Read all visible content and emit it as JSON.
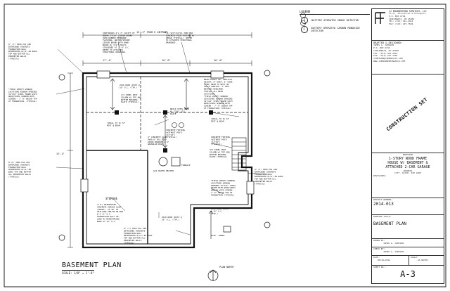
{
  "legend": {
    "title": "LEGEND",
    "items": [
      {
        "symbol": "S",
        "text": "BATTERY OPERATED SMOKE DETECTOR"
      },
      {
        "symbol": "C",
        "text": "BATTERY OPERATED CARBON MONOXIDE DETECTOR"
      }
    ]
  },
  "plan": {
    "title": "BASEMENT PLAN",
    "scale": "SCALE: 1/8\" = 1'-0\"",
    "north_label": "PLAN NORTH",
    "dims_top": [
      "12'-3\" FROM E OF POST",
      "10'-0\"",
      "17'-4\"",
      "16'-0\"",
      "17'-4\""
    ],
    "dim_side": "15'-4\"",
    "rooms": [
      "STORAGE",
      "GAS WATER HEATER",
      "FURNACE",
      "ELEC. PANEL"
    ],
    "notes": [
      "*FIELD VERIFY WINDOW LOCATIONS WINDOW OPENING 32\"X32\" STEEL FRAME WITH WOOD/VINYL WINDOW WITH SCREEN - 7'-0\" BELOW TOP OF FOUNDATION. (TYPICAL)",
      "8\" (T) 3000 PSI AIR ENTRAINED CONCRETE FOUNDATION WALL REINFORCED W/(2) #4 BARS TOP AND BOTTOM ALL PERIMETER WALLS (TYPICAL)",
      "CONTINUOUS 2\"x 3\" CAVITY OF REBAR 2\"X10\" LEDGER BOARD OVER RUBBER MEMBRANE FLASHING. ANCHOR/SECURE LEDGER BOARD INTO BAND BOARD W/ 3/4\"0 BOLTS STAGGERED AT 2'-0\" O.C. REFER TO ATTACHED STRUCTURAL DRAWINGS.",
      "(4) W/6\"X12\"DL 3000 PSI CONCRETE PIER FOOTING W/ REBAR (TYPICAL). REFER TO ATTACHED STRUCTURAL DRAWINGS.",
      "BEAM POCKET 96\" VERTICAL HEIGHT, 8\" DEEP, 6\" WIDE (MIN) BEAM TO REST ON SOLID SURFACE. 3\" MIN. BEARING REQUIRED. TYPICAL ALL BEAM LOCATIONS.",
      "*FIELD VERIFY WINDOW LOCATIONS WINDOW OPENING 32\"X32\" STEEL FRAME WITH WOOD/VINYL WINDOW WITH SCREEN - 7'-0\" BELOW TOP OF FOUNDATION (TYPICAL)",
      "2X10 WOOD JOIST @ 16\" O.C. (TYP.)",
      "4\"X STEEL POST COLUMN W/ TOP AND BOTTOM BEARING PLATE (TYPICAL)",
      "(SMALL TO 8) SF POST @ BEAM",
      "CONCRETE FOOTING (WITHOUT POST) (12\"X2\") (TYPICAL)",
      "W8X10 STEEL BEAM W/ 2\"X6\" SILL PLATE",
      "4\" CONCRETE SLAB OVER 6\" MIL POLY VAPOR BARRIER & 6\" GRANULAR BASE.",
      "8\"(T) 3000 PSI AIR ENTRAINED CONCRETE FOUNDATION WALL REINFORCED W/(2) #4 BARS TOP AND BOTTOM ALL PERIMETER WALLS (TYPICAL)",
      "4\"(T) REINFORCED CONCRETE GARAGE SLAB (ABOVE). 16 IN. OF GRILLING AND/OR RE-BAR @ 1'-0\" O.C. FOUNDATION WALL 18\" LONG #3 REINFORCING BARS AT 12\" O.C.",
      "8\" (T) 3000 PSI AIR ENTRAINED CONCRETE FOUNDATION WALL REINFORCED W/(2) #4 BARS TOP AND BOTTOM ALL PERIMETER WALLS (TYPICAL)",
      "CONCRETE FOOTING (WITHOUT POST) (12\"X2\") (TYPICAL)",
      "4\"X STEEL POST COLUMN W/ TOP AND BOTTOM BEARING PLATE (TYPICAL)",
      "*FIELD VERIFY WINDOW LOCATIONS WINDOW OPENING 32\"X32\" STEEL FRAME WITH WOOD/VINYL WINDOW WITH SCREEN - 7'-0\" BELOW TOP OF FOUNDATION (TYPICAL)",
      "8\" (T) 3000 PSI AIR ENTRAINED CONCRETE FOUNDATION WALL REINFORCED W/(2) #4 BARS TOP AND BOTTOM ALL PERIMETER WALLS (TYPICAL)",
      "2X10 WOOD JOIST @ 16\" O.C. (TYP.)",
      "2X10 WOOD JOIST @ 16\" O.C. (TYP.)",
      "(SMALL TO 8) SF POST @ BEAM"
    ]
  },
  "title_block": {
    "firm": {
      "name": "JJ ENGINEERING SERVICES, LLC",
      "sub": "Civil, Structural & Surveyors",
      "address": [
        "P.O. BOX 6744",
        "CINCINNATI, OH 45206",
        "TEL: (513) 461-4912",
        "FAX: (513) 297-7602"
      ]
    },
    "drafted_label": "DRAFTED & DESIGNED:",
    "drafter": {
      "lines": [
        "JAMES A. JAMISON",
        "P.O. BOX 6744",
        "CINCINNATI, OH 45206",
        "TEL: (513) 461-4912",
        "FAX: (513) 297-7602",
        "JJAMISON@JJENGRSVCS.COM",
        "WWW.JJENGINEERINGSVCS.COM"
      ]
    },
    "stamp": "CONSTRUCTION SET",
    "project_label": "PROPOSED",
    "project_lines": [
      "1-STORY WOOD FRAME",
      "HOUSE W/ BASEMENT &",
      "ATTACHED 2-CAR GARAGE"
    ],
    "address_label": "ADDRESS",
    "address_value": "CITY, STATE, ZIP CODE",
    "revisions_label": "REVISIONS:",
    "project_number_label": "PROJECT NUMBER:",
    "project_number": "2014-013",
    "drawing_title_label": "DRAWING TITLE:",
    "drawing_title": "BASEMENT PLAN",
    "drawn_by_label": "DRAWN BY:",
    "drawn_by": "JAMIE A. JAMISON",
    "check_by_label": "CHECK BY:",
    "check_by": "JAMIE A. JAMISON",
    "date_label": "DATE:",
    "date": "06/26/2014",
    "scale_label": "SCALE:",
    "scale": "AS NOTED",
    "sheet_no_label": "SHEET NO.:",
    "sheet_no": "A-3"
  }
}
